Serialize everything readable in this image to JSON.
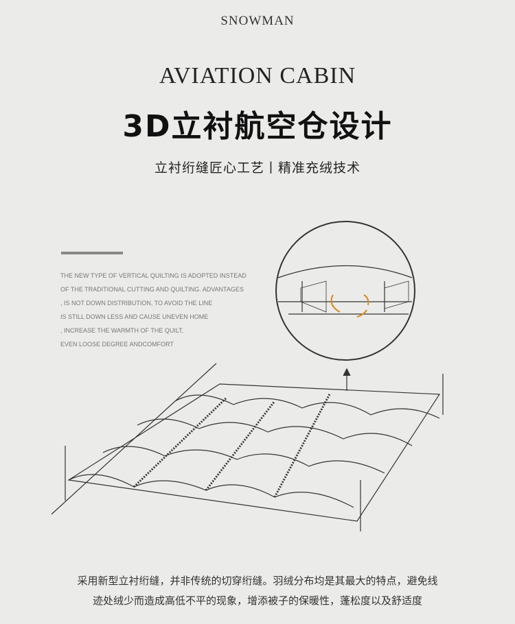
{
  "brand": "SNOWMAN",
  "title_en": "AVIATION CABIN",
  "title_cn": "3D立衬航空仓设计",
  "subtitle": "立衬绗缝匠心工艺丨精准充绒技术",
  "description": [
    "THE NEW TYPE OF VERTICAL QUILTING IS ADOPTED INSTEAD",
    "OF THE TRADITIONAL CUTTING AND QUILTING. ADVANTAGES",
    ", IS NOT DOWN DISTRIBUTION, TO AVOID THE LINE",
    "IS STILL DOWN LESS AND CAUSE UNEVEN HOME",
    ", INCREASE THE WARMTH OF THE QUILT,",
    "EVEN LOOSE DEGREE ANDCOMFORT"
  ],
  "footer": [
    "采用新型立衬绗缝，并非传统的切穿绗缝。羽绒分布均是其最大的特点，避免线",
    "迹处绒少而造成高低不平的现象，增添被子的保暖性，蓬松度以及舒适度"
  ],
  "accent": "#d98a1c"
}
